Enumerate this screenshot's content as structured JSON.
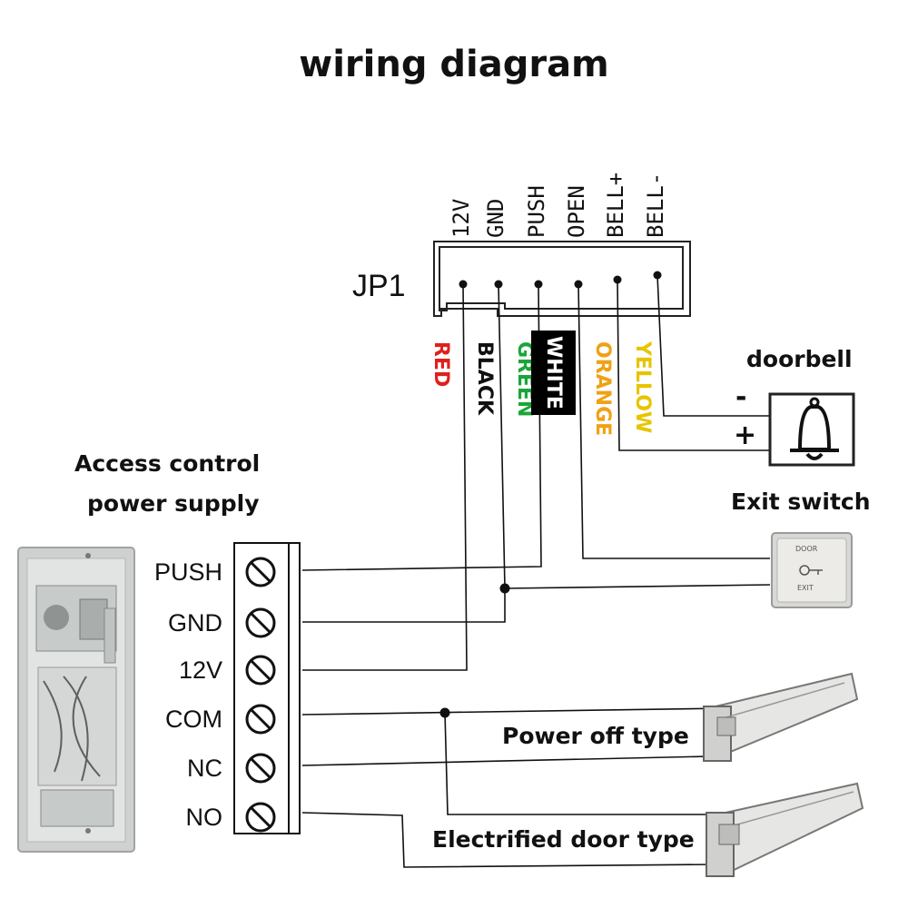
{
  "title": "wiring diagram",
  "connector": {
    "name": "JP1",
    "pins": [
      "12V",
      "GND",
      "PUSH",
      "OPEN",
      "BELL+",
      "BELL-"
    ]
  },
  "wires": [
    {
      "label": "RED",
      "color": "#e0201c"
    },
    {
      "label": "BLACK",
      "color": "#111111"
    },
    {
      "label": "GREEN",
      "color": "#1aa637"
    },
    {
      "label": "WHITE",
      "color": "#ffffff",
      "background": "#000000"
    },
    {
      "label": "ORANGE",
      "color": "#f0a114"
    },
    {
      "label": "YELLOW",
      "color": "#e8c400"
    }
  ],
  "doorbell": {
    "label": "doorbell",
    "minus": "-",
    "plus": "+"
  },
  "exit_switch": {
    "label": "Exit switch",
    "plate_top": "DOOR",
    "plate_bottom": "EXIT"
  },
  "power_supply": {
    "label_line1": "Access control",
    "label_line2": "power supply",
    "terminals": [
      "PUSH",
      "GND",
      "12V",
      "COM",
      "NC",
      "NO"
    ]
  },
  "locks": {
    "power_off": "Power off type",
    "electrified": "Electrified door type"
  }
}
